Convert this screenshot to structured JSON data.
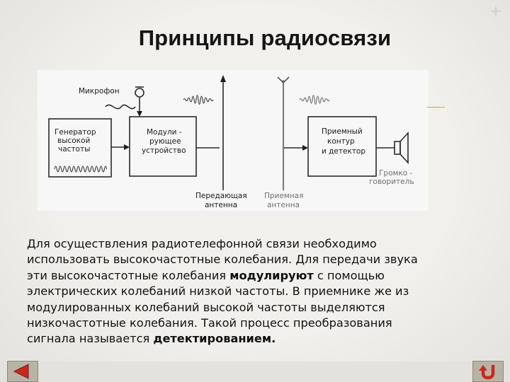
{
  "slide": {
    "title": "Принципы радиосвязи"
  },
  "diagram": {
    "microphone_label": "Микрофон",
    "generator_label": [
      "Генератор",
      "высокой",
      "частоты"
    ],
    "modulator_label": [
      "Модули -",
      "рующее",
      "устройство"
    ],
    "receiver_label": [
      "Приемный",
      "контур",
      "и детектор"
    ],
    "loudspeaker_label": [
      "Громко -",
      "говоритель"
    ],
    "tx_antenna_label": [
      "Передающая",
      "антенна"
    ],
    "rx_antenna_label": [
      "Приемная",
      "антенна"
    ]
  },
  "body": {
    "line1": "Для осуществления радиотелефонной связи необходимо",
    "line2": "использовать высокочастотные колебания. Для передачи звука",
    "line3_before": "эти высокочастотные колебания ",
    "line3_bold": "модулируют",
    "line3_after": " с помощью",
    "line4": "электрических колебаний низкой частоты. В приемнике же из",
    "line5": "модулированных колебаний высокой частоты выделяются",
    "line6": "низкочастотные колебания. Такой процесс преобразования",
    "line7_before": "сигнала называется ",
    "line7_bold": "детектированием."
  },
  "colors": {
    "nav_arrow": "#c8281e",
    "accent_line": "#c9a24a"
  },
  "icons": {
    "prev": "arrow-left-icon",
    "return": "return-arrow-icon",
    "corner": "four-point-star-icon"
  }
}
